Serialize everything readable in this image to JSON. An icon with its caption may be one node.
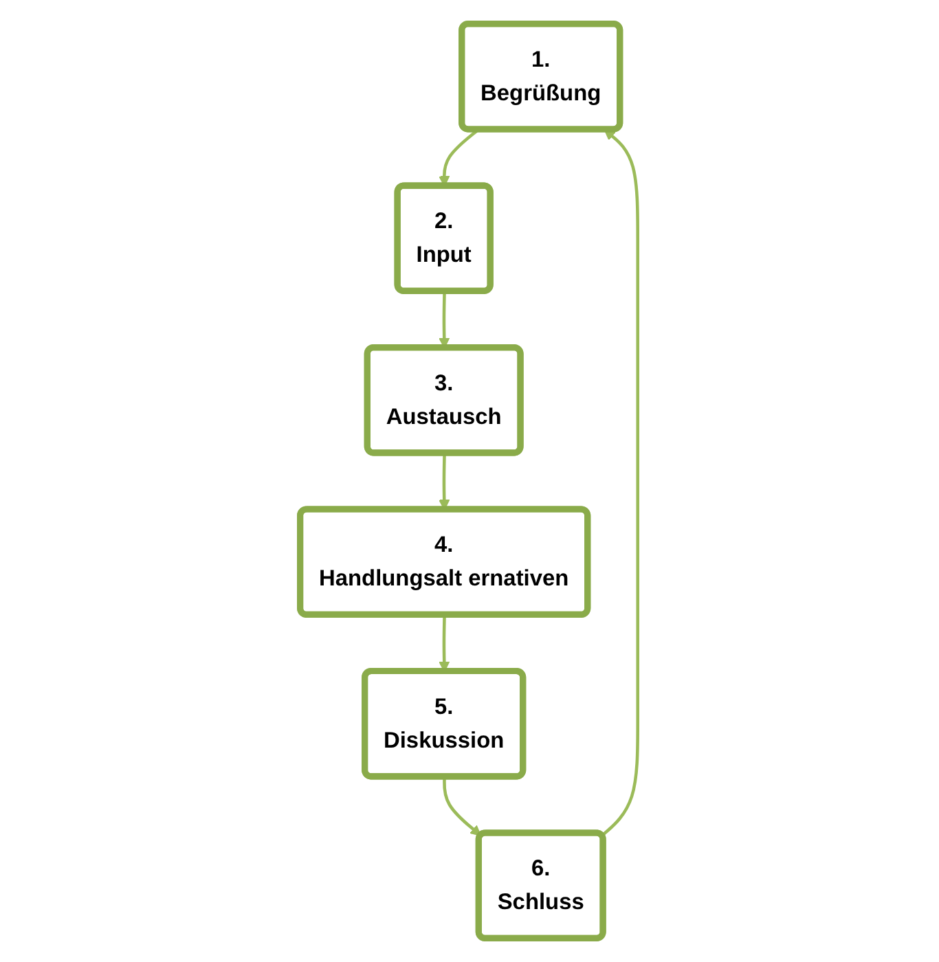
{
  "diagram": {
    "nodes": [
      {
        "text": [
          "1.",
          "Begrüßung"
        ]
      },
      {
        "text": [
          "2.",
          "Input"
        ]
      },
      {
        "text": [
          "3.",
          "Austausch"
        ]
      },
      {
        "text": [
          "4.",
          "Handlungsalt ernativen"
        ]
      },
      {
        "text": [
          "5.",
          "Diskussion"
        ]
      },
      {
        "text": [
          "6.",
          "Schluss"
        ]
      }
    ],
    "edges": [
      {
        "from": 0,
        "to": 1,
        "arrow": "to"
      },
      {
        "from": 1,
        "to": 2,
        "arrow": "to"
      },
      {
        "from": 2,
        "to": 3,
        "arrow": "to"
      },
      {
        "from": 3,
        "to": 4,
        "arrow": "to"
      },
      {
        "from": 4,
        "to": 5,
        "arrow": "to"
      },
      {
        "from": 5,
        "to": 0,
        "arrow": "to"
      }
    ]
  }
}
